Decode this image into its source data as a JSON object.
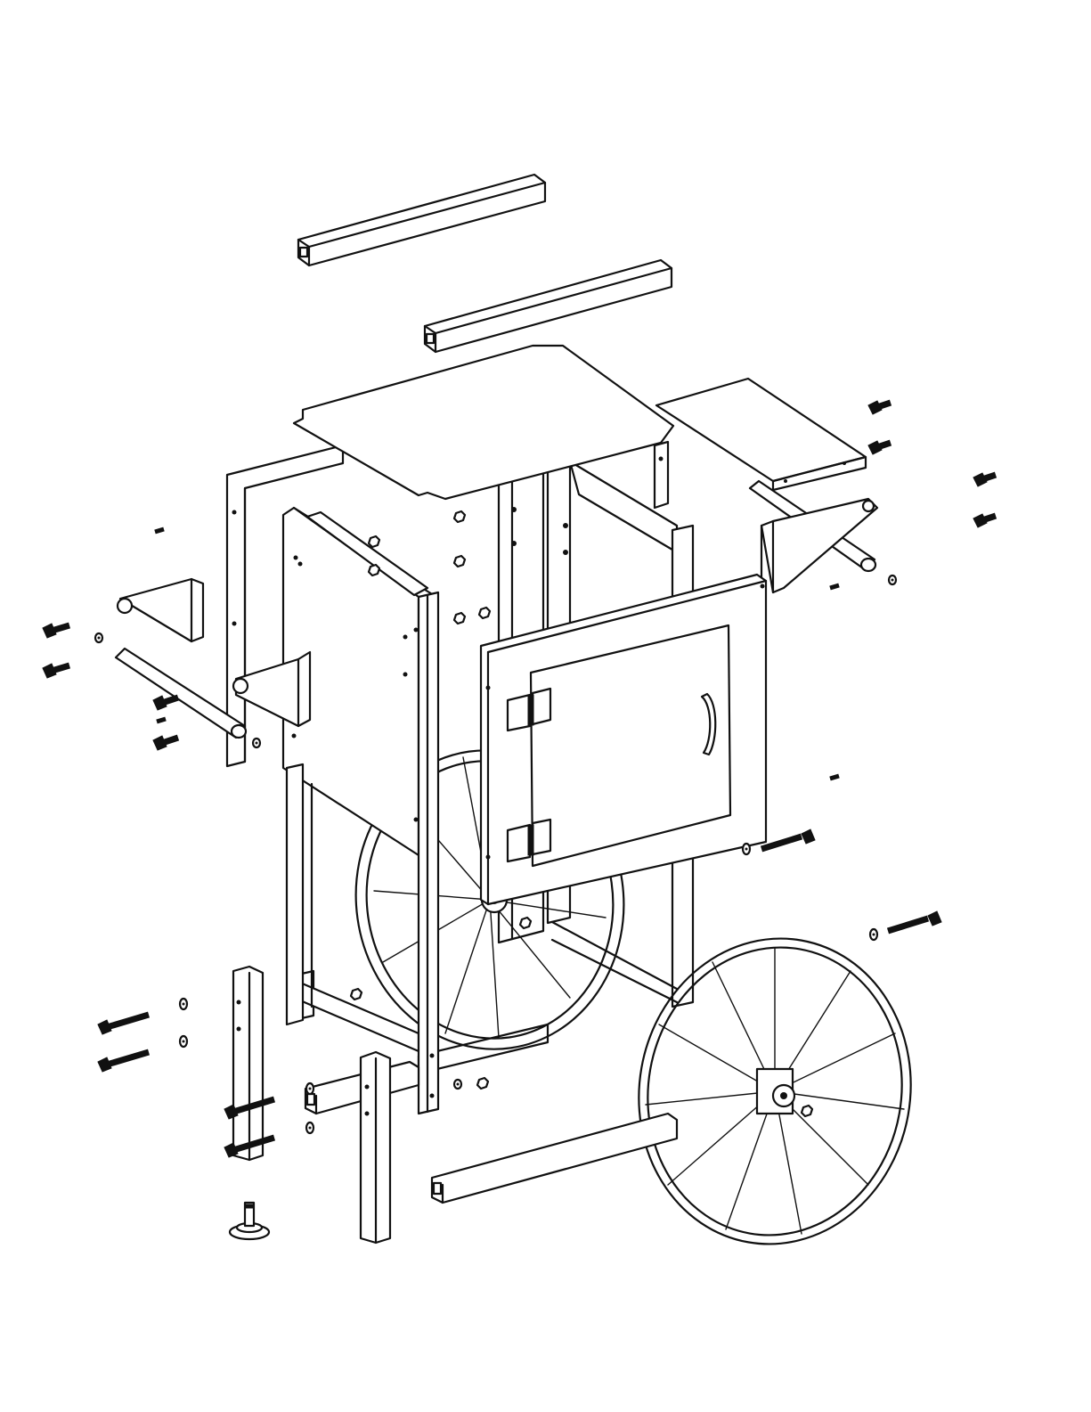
{
  "figure": {
    "kind": "exploded assembly line drawing",
    "colors": {
      "line": "#111111",
      "background": "#ffffff"
    },
    "parts": [
      "top-rail-front",
      "top-rail-back",
      "top-panel",
      "left-side-panel",
      "right-shelf",
      "right-handle-bracket",
      "left-handle-bracket",
      "left-handle-tube",
      "right-handle-tube",
      "rear-frame",
      "front-panel",
      "door",
      "door-hinge-top",
      "door-hinge-bottom",
      "door-handle",
      "rear-wheel",
      "front-wheel",
      "front-leg",
      "rear-leg",
      "short-crossbar",
      "long-crossbar",
      "leveling-foot",
      "bolts",
      "nuts",
      "washers"
    ]
  }
}
